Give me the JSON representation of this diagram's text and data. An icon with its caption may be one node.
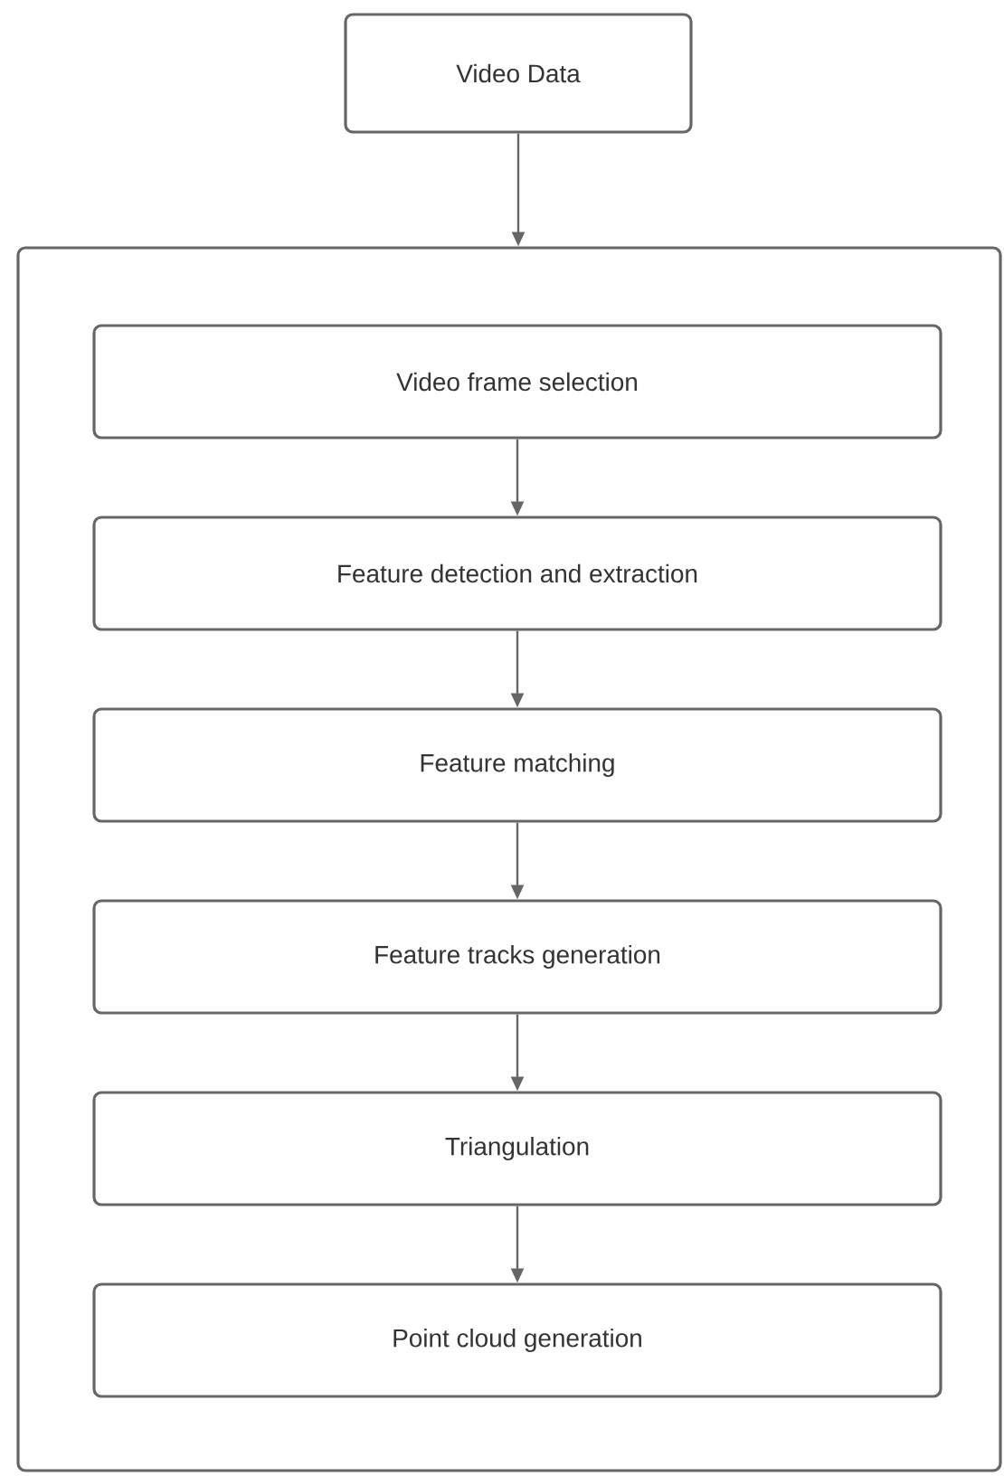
{
  "diagram": {
    "nodes": [
      {
        "text": [
          "Video Data"
        ]
      },
      {
        "text": [],
        "shape": "box"
      },
      {
        "text": [
          "Video frame selection"
        ],
        "in": 1
      },
      {
        "text": [
          "Feature detection and extraction"
        ],
        "in": 1
      },
      {
        "text": [
          "Feature matching"
        ],
        "in": 1
      },
      {
        "text": [
          "Feature tracks generation"
        ],
        "in": 1
      },
      {
        "text": [
          "Triangulation"
        ],
        "in": 1
      },
      {
        "text": [
          "Point cloud generation"
        ],
        "in": 1
      }
    ],
    "edges": [
      {
        "from": 0,
        "to": 1,
        "arrow": "to"
      },
      {
        "from": 2,
        "to": 3,
        "arrow": "to"
      },
      {
        "from": 3,
        "to": 4,
        "arrow": "to"
      },
      {
        "from": 4,
        "to": 5,
        "arrow": "to"
      },
      {
        "from": 5,
        "to": 6,
        "arrow": "to"
      },
      {
        "from": 6,
        "to": 7,
        "arrow": "to"
      }
    ]
  }
}
